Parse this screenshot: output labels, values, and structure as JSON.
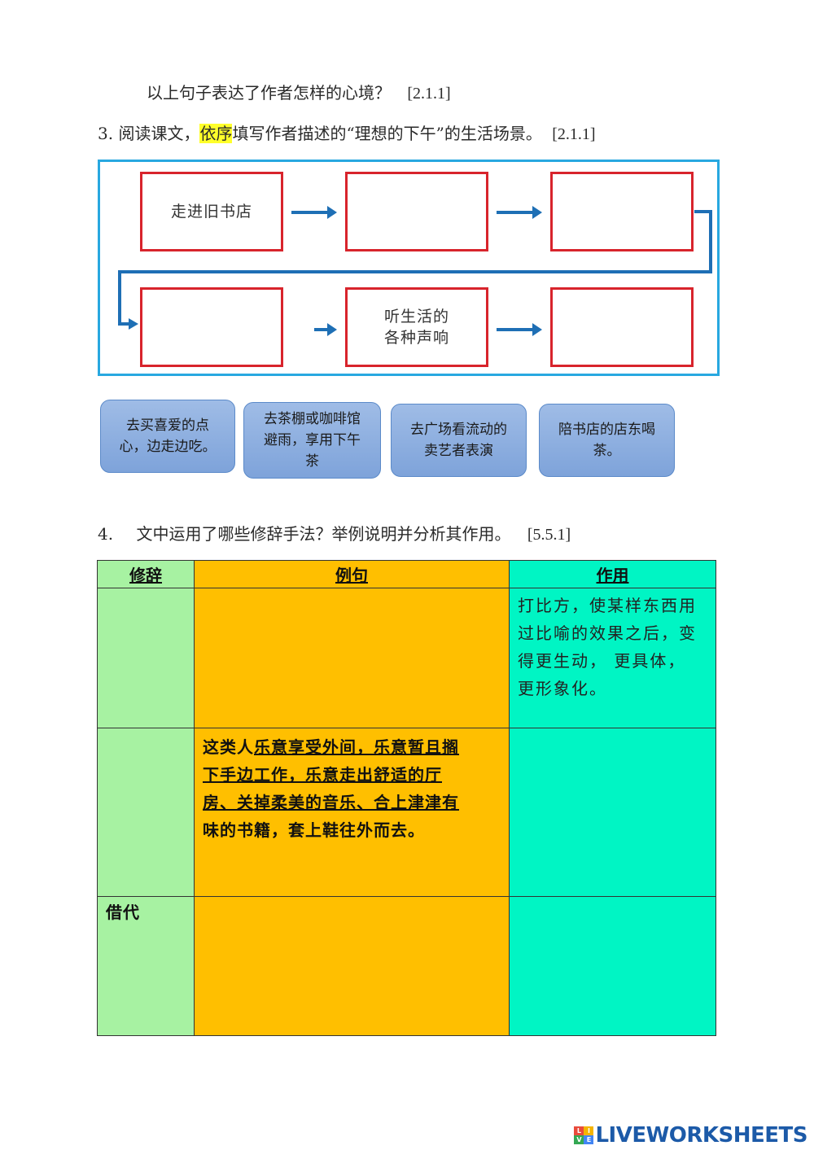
{
  "lines": {
    "q2_prompt": "以上句子表达了作者怎样的心境？",
    "q2_ref": "[2.1.1]",
    "q3_prefix": "3. 阅读课文，",
    "q3_highlight": "依序",
    "q3_rest": "填写作者描述的“理想的下午”的生活场景。",
    "q3_ref": "[2.1.1]",
    "q4_num": "4.",
    "q4_text": "文中运用了哪些修辞手法？举例说明并分析其作用。",
    "q4_ref": "[5.5.1]"
  },
  "flow": {
    "box1": "走进旧书店",
    "box2": "",
    "box3": "",
    "box4": "",
    "box5_line1": "听生活的",
    "box5_line2": "各种声响",
    "box6": ""
  },
  "options": [
    {
      "line1": "去买喜爱的点",
      "line2": "心，边走边吃。",
      "line3": ""
    },
    {
      "line1": "去茶棚或咖啡馆",
      "line2": "避雨，享用下午",
      "line3": "茶"
    },
    {
      "line1": "去广场看流动的",
      "line2": "卖艺者表演",
      "line3": ""
    },
    {
      "line1": "陪书店的店东喝",
      "line2": "茶。",
      "line3": ""
    }
  ],
  "table": {
    "headers": [
      "修辞",
      "例句",
      "作用"
    ],
    "row1": {
      "rhetoric": "",
      "example": "",
      "effect": [
        "打比方，使某样东西用",
        "过比喻的效果之后，变",
        "得更生动， 更具体，",
        "更形象化。"
      ]
    },
    "row2": {
      "rhetoric": "",
      "example_pre": "这类人",
      "example_ul1": "乐意享受外间，乐意暂且搁",
      "example_ul2": "下手边工作，乐意走出舒适的厅",
      "example_ul3": "房、关掉柔美的音乐、合上津津有",
      "example_tail": "味的书籍，套上鞋往外而去。",
      "effect": ""
    },
    "row3": {
      "rhetoric": "借代",
      "example": "",
      "effect": ""
    }
  },
  "branding": {
    "mark": [
      "L",
      "I",
      "V",
      "E"
    ],
    "text": "LIVEWORKSHEETS"
  },
  "colors": {
    "frame_blue": "#28a8e0",
    "box_red": "#d8242c",
    "arrow_blue": "#1e6fb5",
    "col1_green": "#a7f2a2",
    "col2_orange": "#ffbf00",
    "col3_teal": "#00f5c4",
    "highlight_yellow": "#ffff2a"
  }
}
